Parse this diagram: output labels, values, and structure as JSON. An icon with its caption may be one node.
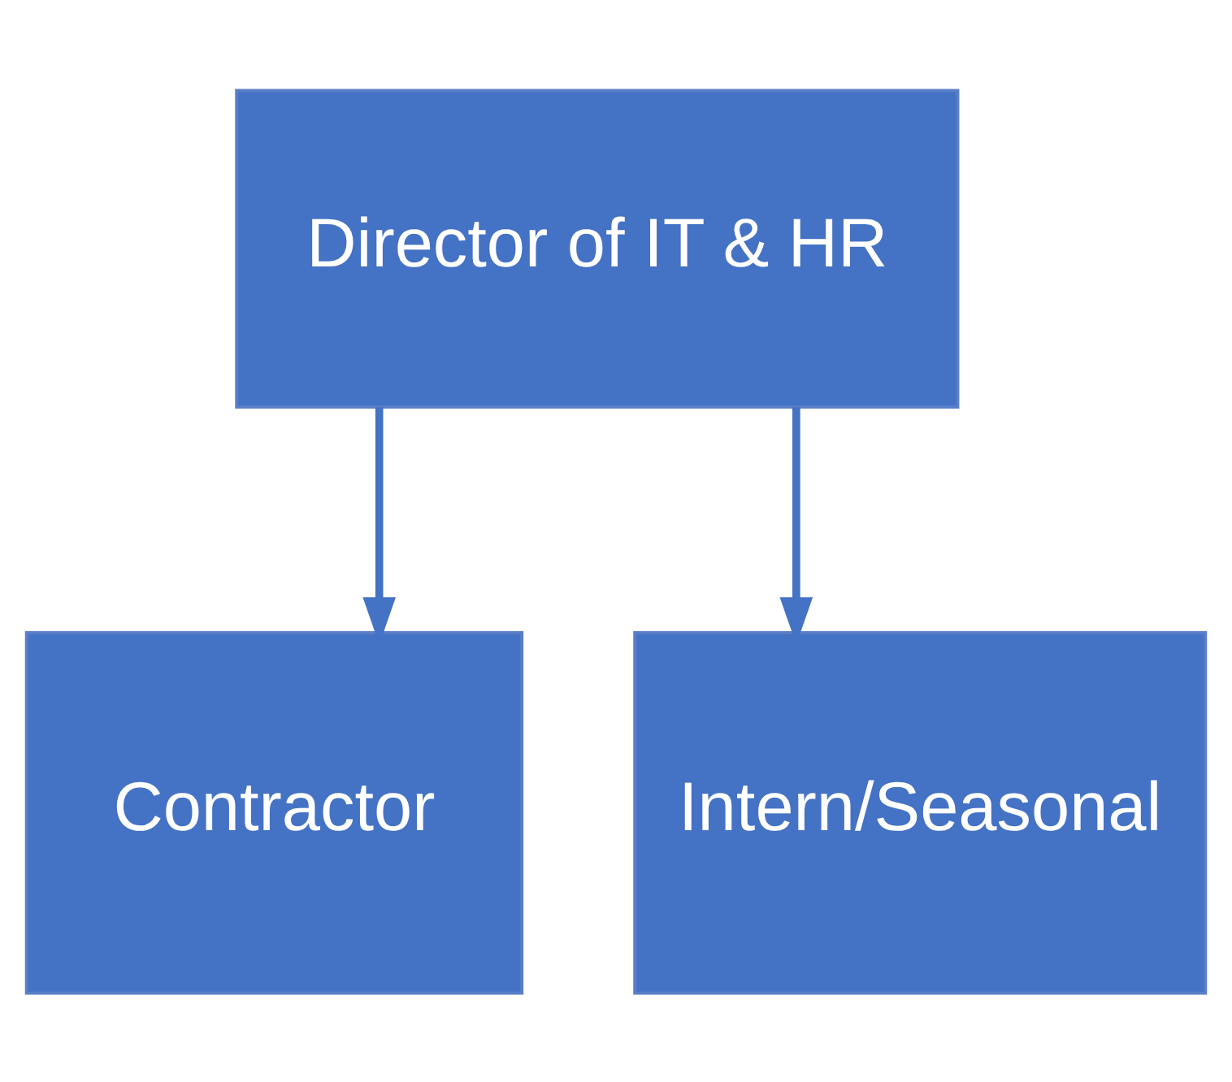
{
  "diagram": {
    "nodes": [
      {
        "text": [
          "Director of IT & HR"
        ]
      },
      {
        "text": [
          "Contractor"
        ]
      },
      {
        "text": [
          "Intern/Seasonal"
        ]
      }
    ],
    "edges": [
      {
        "from": 0,
        "to": 1,
        "arrow": "to"
      },
      {
        "from": 0,
        "to": 2,
        "arrow": "to"
      }
    ]
  }
}
